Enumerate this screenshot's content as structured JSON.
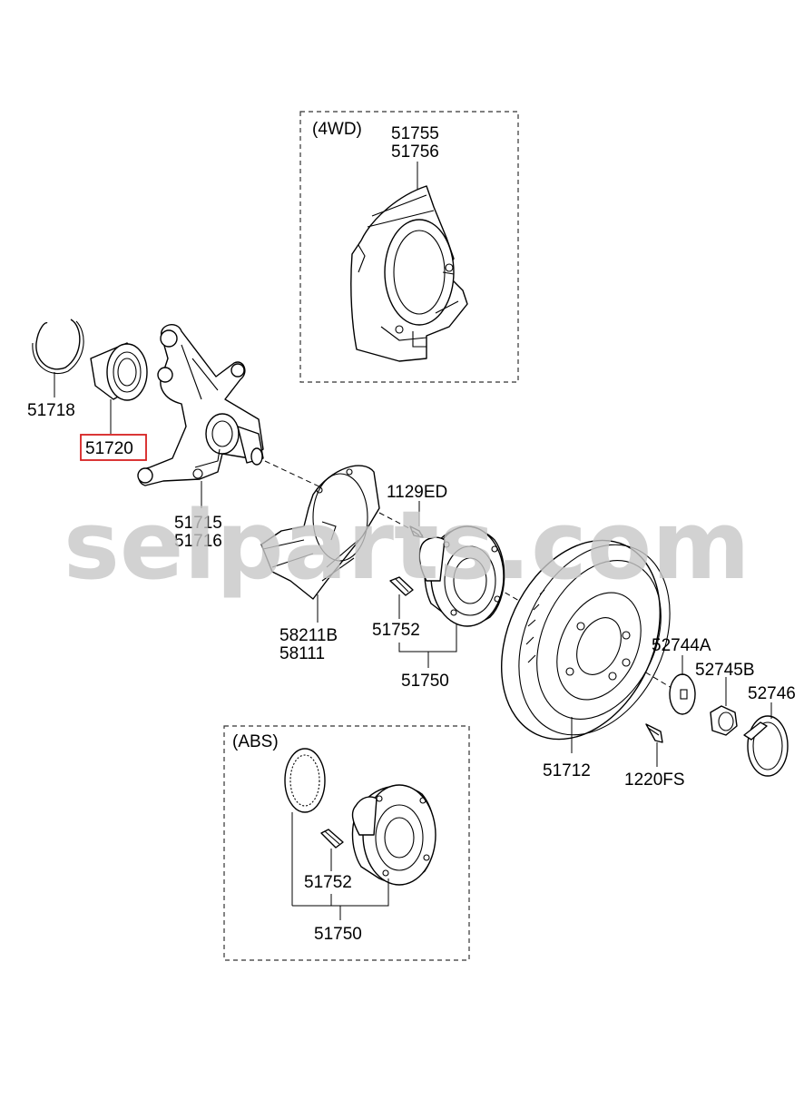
{
  "watermark": "selparts.com",
  "groups": {
    "four_wd": "(4WD)",
    "abs": "(ABS)"
  },
  "labels": {
    "p51755": "51755",
    "p51756": "51756",
    "p51718": "51718",
    "p51720": "51720",
    "p51715": "51715",
    "p51716": "51716",
    "p1129ED": "1129ED",
    "p58211B": "58211B",
    "p58111": "58111",
    "p51752": "51752",
    "p51750": "51750",
    "p52744A": "52744A",
    "p52745B": "52745B",
    "p52746": "52746",
    "p51712": "51712",
    "p1220FS": "1220FS",
    "abs_51752": "51752",
    "abs_51750": "51750"
  },
  "highlight_color": "#d62020",
  "highlighted_part": "51720"
}
